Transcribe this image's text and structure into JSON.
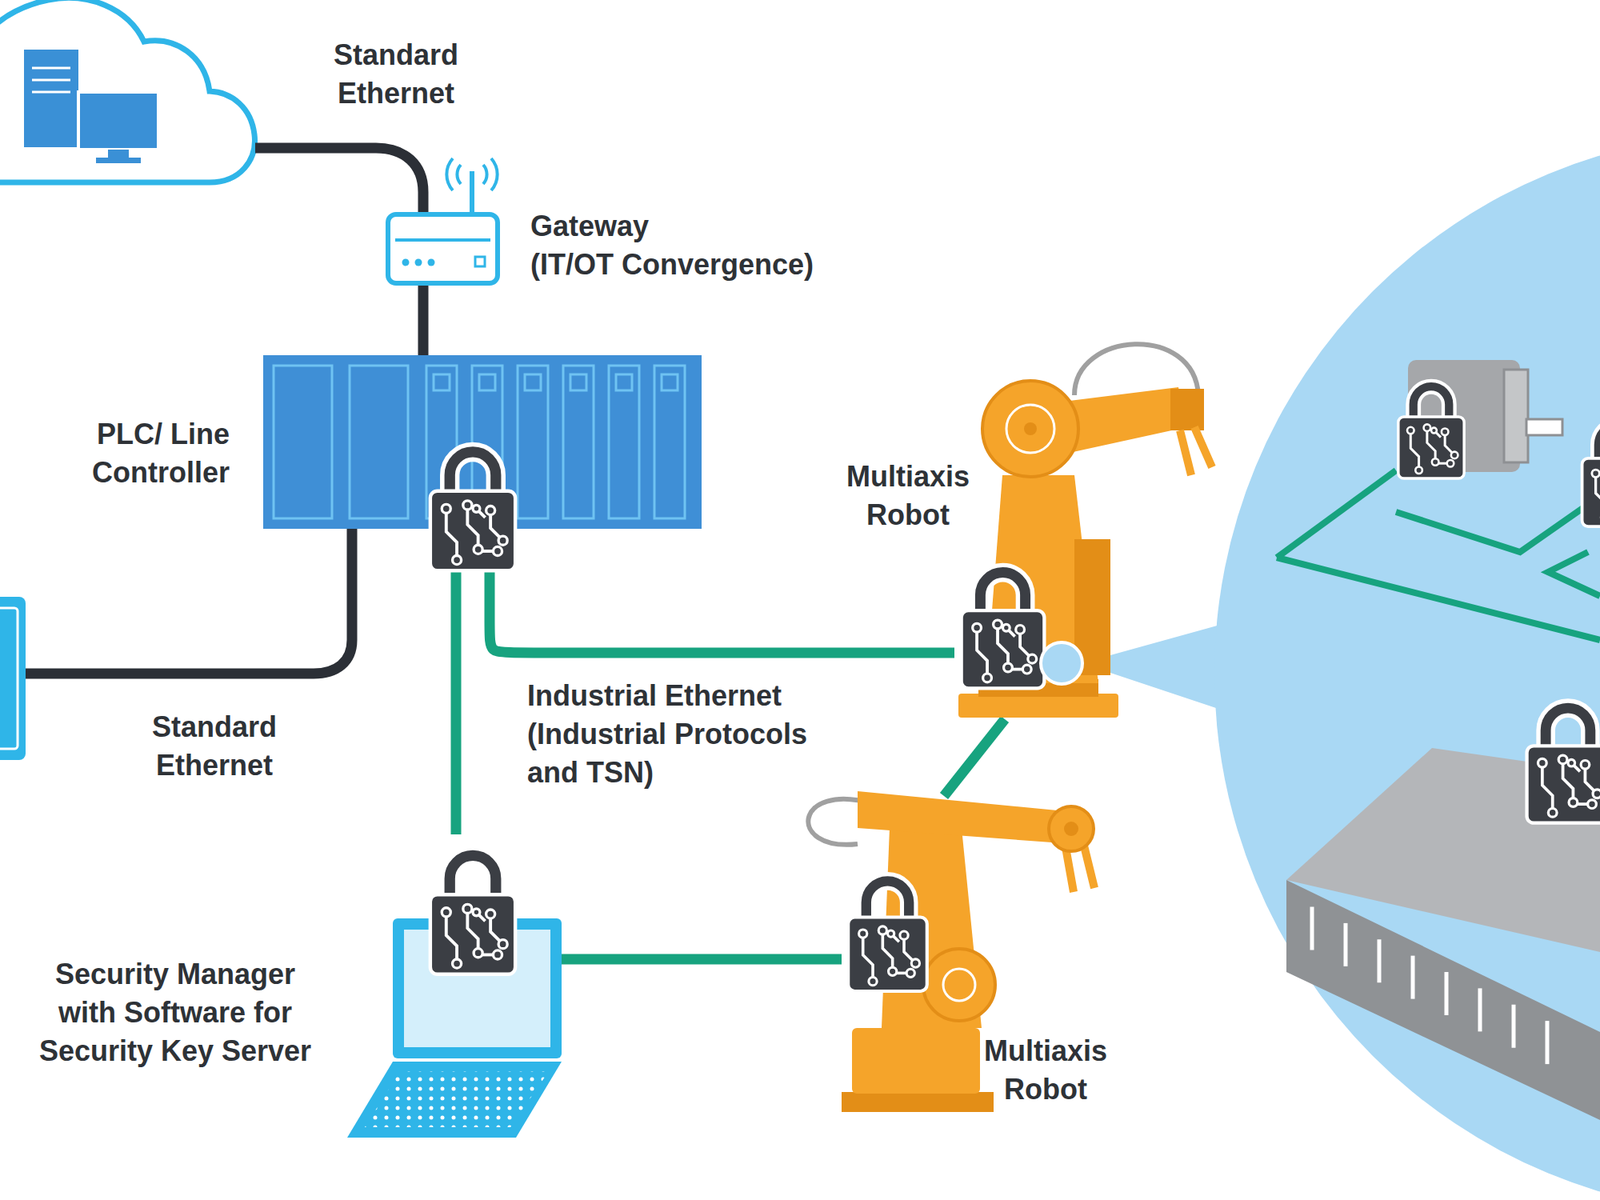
{
  "diagram": {
    "nodes": [
      {
        "text": [
          "Gateway",
          "(IT/OT Convergence)"
        ]
      },
      {
        "text": [
          "PLC/ Line Controller"
        ]
      },
      {
        "text": [
          "Multiaxis Robot"
        ]
      },
      {
        "text": [
          "Security Manager with Software for Security Key Server"
        ]
      },
      {
        "text": [
          "Multiaxis Robot"
        ]
      }
    ],
    "edges": [
      {
        "from": 0,
        "to": 1,
        "arrow": "none"
      },
      {
        "from": 1,
        "to": 2,
        "label": "Industrial Ethernet (Industrial Protocols and TSN)",
        "arrow": "none"
      },
      {
        "from": 1,
        "to": 3,
        "arrow": "none"
      },
      {
        "from": 2,
        "to": 4,
        "arrow": "none"
      },
      {
        "from": 3,
        "to": 4,
        "arrow": "none"
      }
    ],
    "labels": [
      "Standard Ethernet",
      "Standard Ethernet"
    ]
  }
}
